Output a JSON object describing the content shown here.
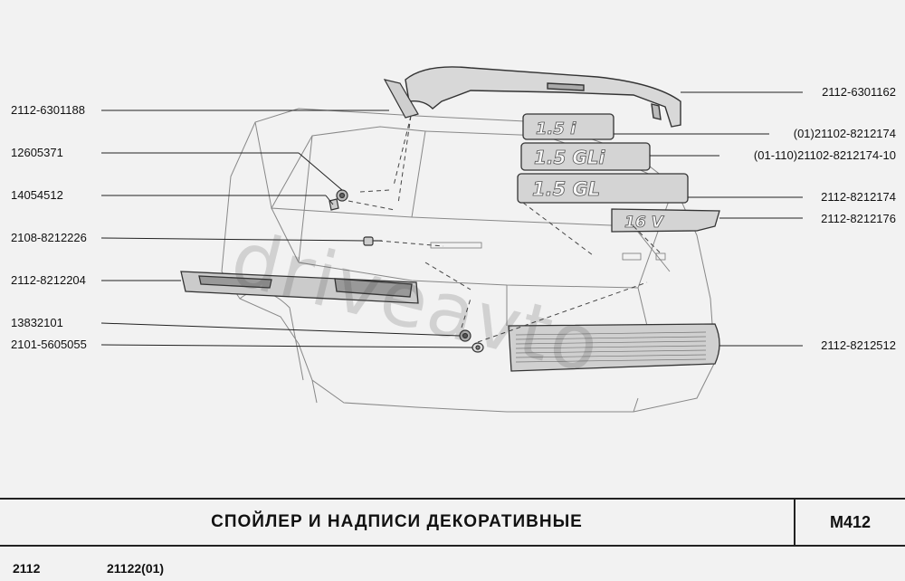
{
  "labels": {
    "left": [
      "2112-6301188",
      "12605371",
      "14054512",
      "2108-8212226",
      "2112-8212204",
      "13832101",
      "2101-5605055"
    ],
    "right": [
      "2112-6301162",
      "(01)21102-8212174",
      "(01-110)21102-8212174-10",
      "2112-8212174",
      "2112-8212176",
      "2112-8212512"
    ]
  },
  "emblem_text": {
    "badge1": "16 V",
    "badge2": "1.5 i",
    "badge3": "1.5 GLi",
    "badge4": "1.5 GL"
  },
  "watermark": "driveavto",
  "title": "СПОЙЛЕР И  НАДПИСИ  ДЕКОРАТИВНЫЕ",
  "sheet_code": "М412",
  "footer": {
    "model": "2112",
    "variant": "21122(01)"
  }
}
